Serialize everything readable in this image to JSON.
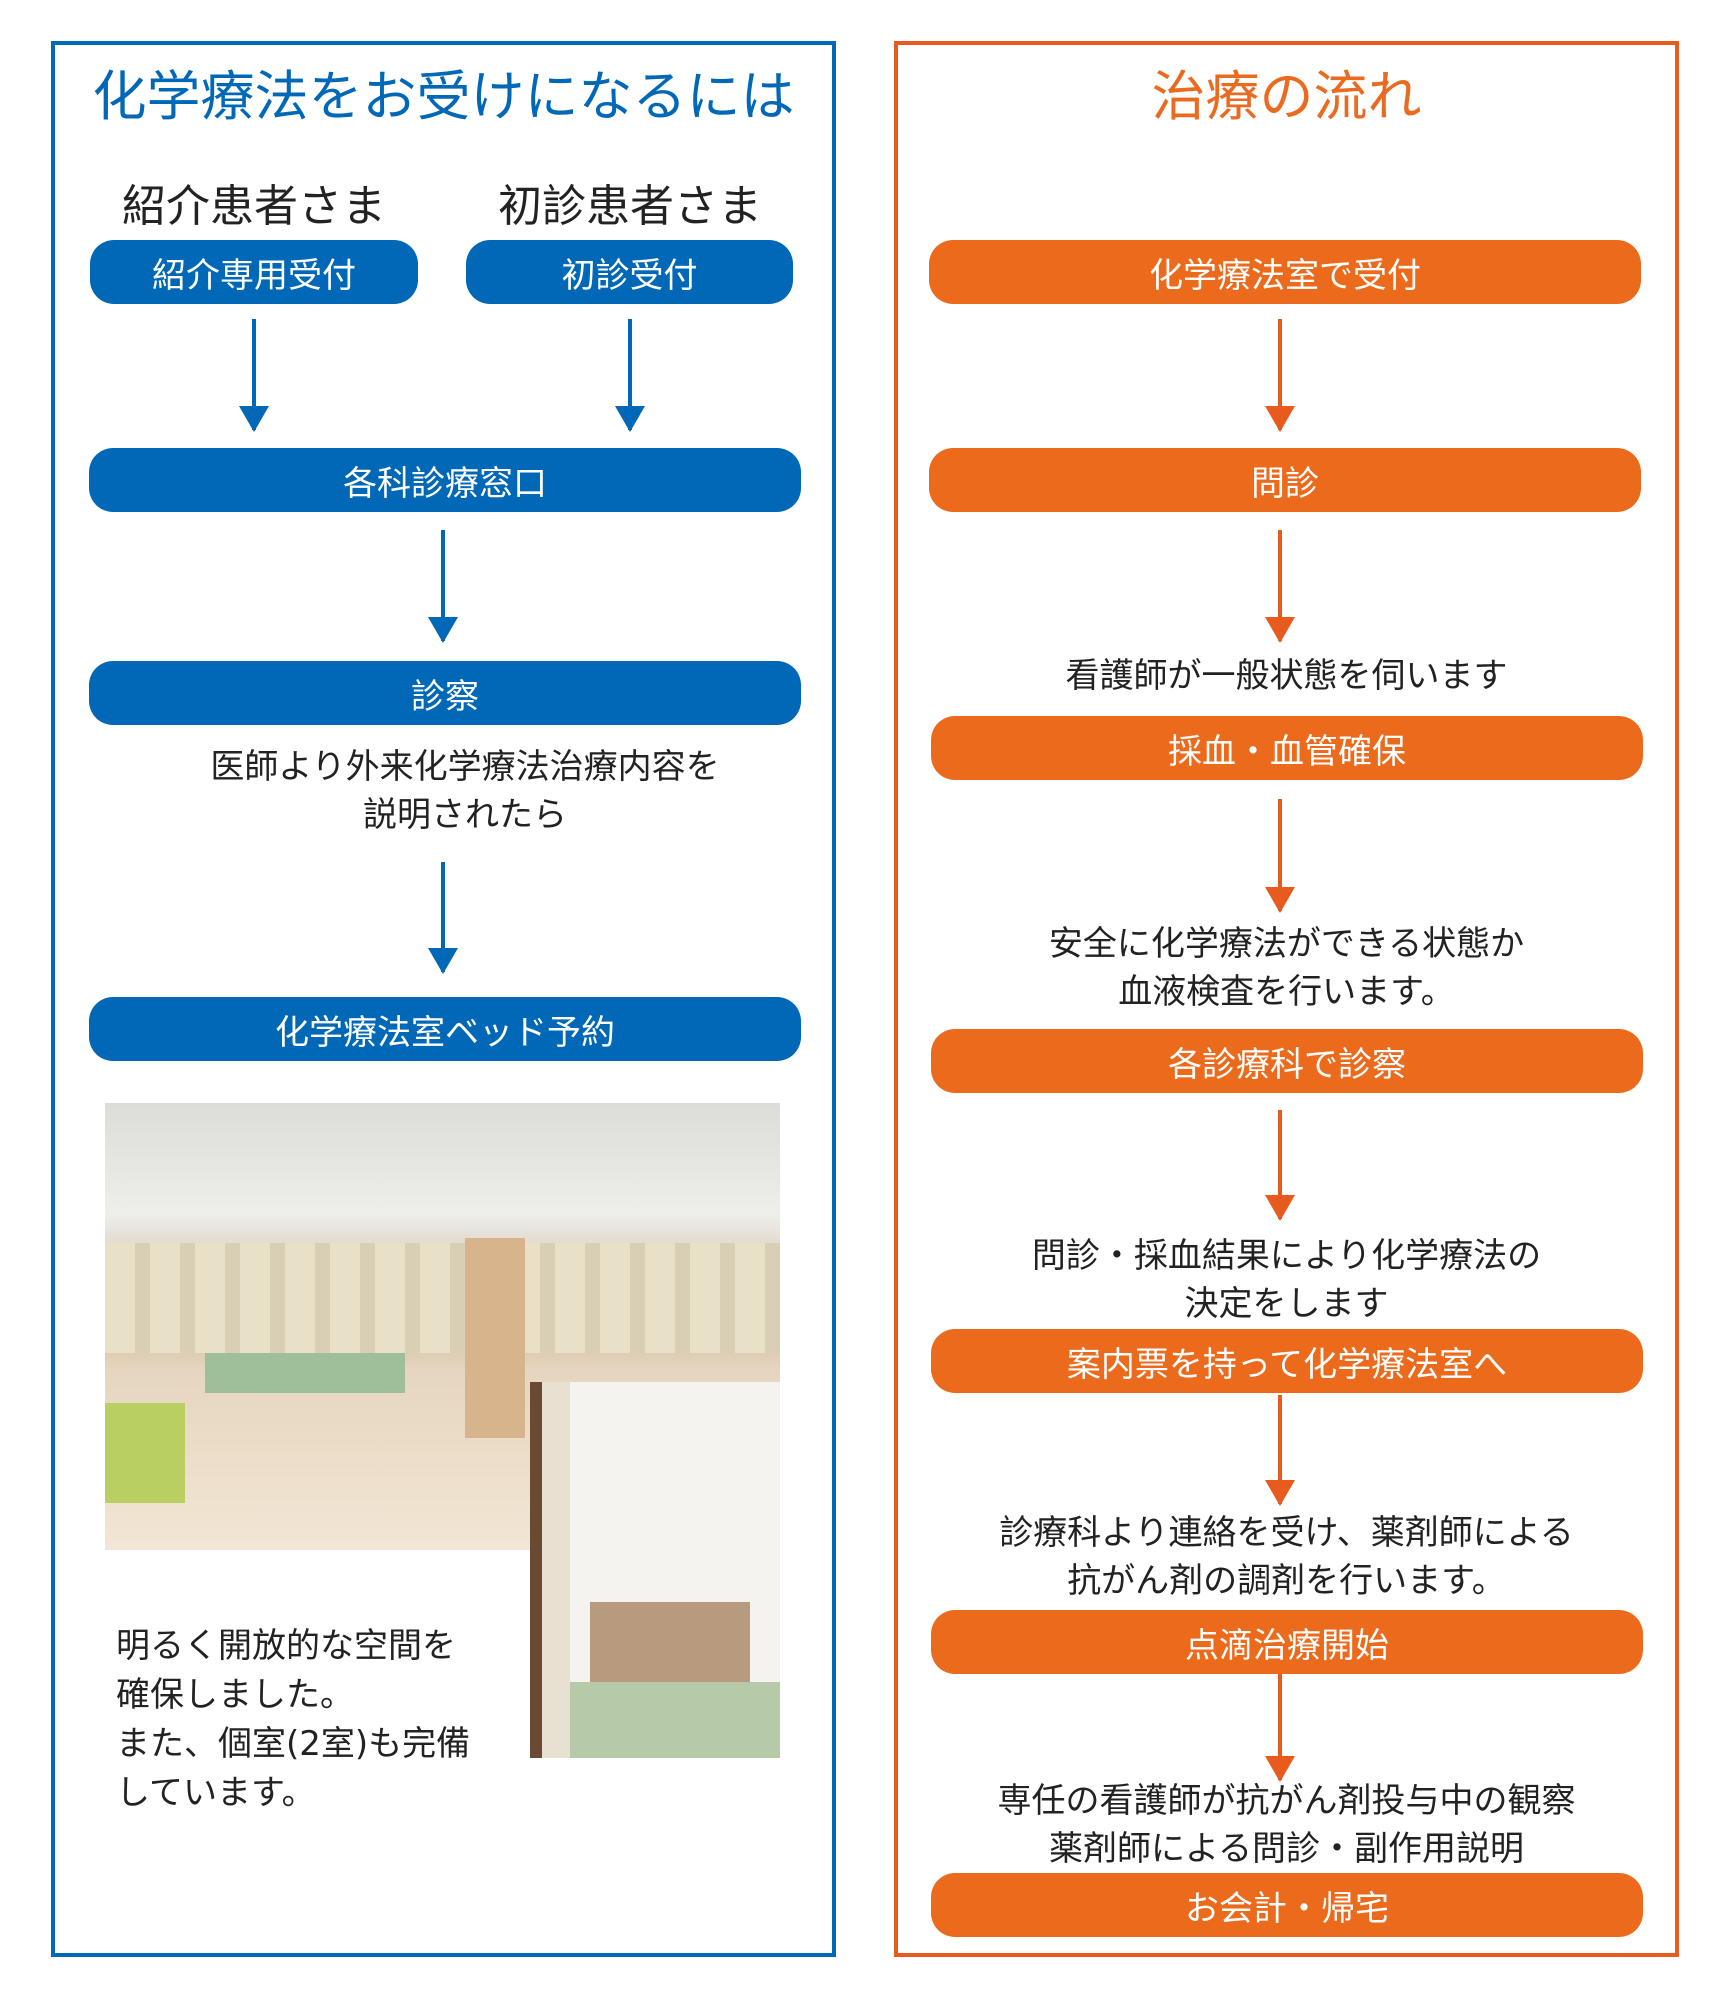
{
  "left": {
    "title": "化学療法をお受けになるには",
    "referral_heading": "紹介患者さま",
    "first_heading": "初診患者さま",
    "referral_button": "紹介専用受付",
    "first_button": "初診受付",
    "step_department": "各科診療窓口",
    "step_exam": "診察",
    "exam_note": [
      "医師より外来化学療法治療内容を",
      "説明されたら"
    ],
    "step_reserve": "化学療法室ベッド予約",
    "caption": [
      "明るく開放的な空間を",
      "確保しました。",
      "また、個室(2室)も完備",
      "しています。"
    ]
  },
  "right": {
    "title": "治療の流れ",
    "steps": [
      {
        "label": "化学療法室で受付",
        "note": []
      },
      {
        "label": "問診",
        "note": []
      },
      {
        "label": "採血・血管確保",
        "note": [
          "看護師が一般状態を伺います"
        ]
      },
      {
        "label": "各診療科で診察",
        "note": [
          "安全に化学療法ができる状態か",
          "血液検査を行います。"
        ]
      },
      {
        "label": "案内票を持って化学療法室へ",
        "note": [
          "問診・採血結果により化学療法の",
          "決定をします"
        ]
      },
      {
        "label": "点滴治療開始",
        "note": [
          "診療科より連絡を受け、薬剤師による",
          "抗がん剤の調剤を行います。"
        ]
      },
      {
        "label": "お会計・帰宅",
        "note": [
          "専任の看護師が抗がん剤投与中の観察",
          "薬剤師による問診・副作用説明"
        ]
      }
    ]
  },
  "colors": {
    "blue": "#0068b7",
    "orange": "#ec6a1c"
  }
}
